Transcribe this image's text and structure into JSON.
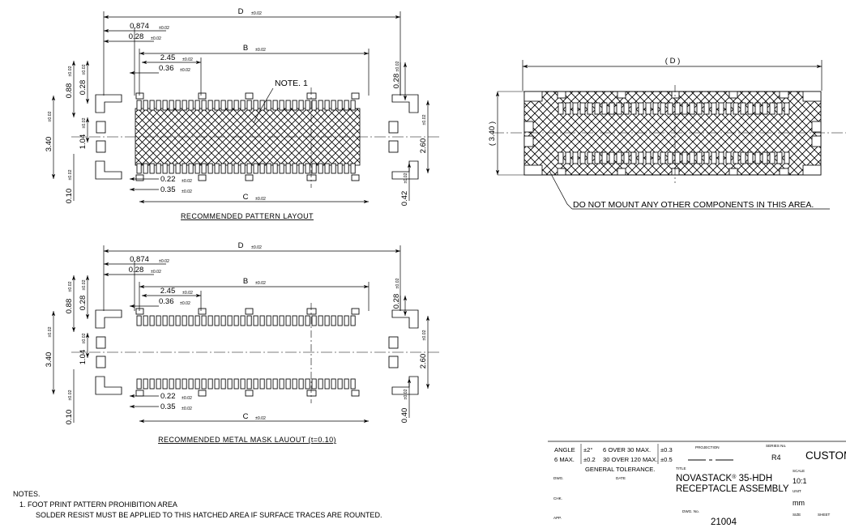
{
  "drawing": {
    "views": [
      {
        "id": "recommended-pattern-layout",
        "title": "RECOMMENDED PATTERN LAYOUT",
        "note_label": "NOTE. 1",
        "dimensions": {
          "overall_D": "D",
          "overall_D_tol": "±0.02",
          "B": "B",
          "B_tol": "±0.02",
          "C": "C",
          "C_tol": "±0.02",
          "d0874": "0.874",
          "d0874_tol": "±0.02",
          "d028_top": "0.28",
          "d028_top_tol": "±0.02",
          "d245": "2.45",
          "d245_tol": "±0.02",
          "d036": "0.36",
          "d036_tol": "±0.02",
          "d028_right": "0.28",
          "d028_right_tol": "±0.02",
          "d088": "0.88",
          "d088_tol": "±0.02",
          "d028_left": "0.28",
          "d028_left_tol": "±0.02",
          "d340": "3.40",
          "d340_tol": "±0.02",
          "d104": "1.04",
          "d104_tol": "±0.02",
          "d010": "0.10",
          "d010_tol": "±0.02",
          "d260": "2.60",
          "d260_tol": "±0.02",
          "d042": "0.42",
          "d042_tol": "±0.02",
          "d022": "0.22",
          "d022_tol": "±0.02",
          "d035": "0.35",
          "d035_tol": "±0.02"
        }
      },
      {
        "id": "recommended-metal-mask-layout",
        "title": "RECOMMENDED METAL MASK LAUOUT (t=0.10)",
        "dimensions": {
          "overall_D": "D",
          "overall_D_tol": "±0.02",
          "B": "B",
          "B_tol": "±0.02",
          "C": "C",
          "C_tol": "±0.02",
          "d0874": "0.874",
          "d0874_tol": "±0.02",
          "d028_top": "0.28",
          "d028_top_tol": "±0.02",
          "d245": "2.45",
          "d245_tol": "±0.02",
          "d036": "0.36",
          "d036_tol": "±0.02",
          "d028_right": "0.28",
          "d028_right_tol": "±0.02",
          "d088": "0.88",
          "d088_tol": "±0.02",
          "d028_left": "0.28",
          "d028_left_tol": "±0.02",
          "d340": "3.40",
          "d340_tol": "±0.02",
          "d104": "1.04",
          "d104_tol": "±0.02",
          "d010": "0.10",
          "d010_tol": "±0.02",
          "d260": "2.60",
          "d260_tol": "±0.02",
          "d040": "0.40",
          "d040_tol": "±0.02",
          "d022": "0.22",
          "d022_tol": "±0.02",
          "d035": "0.35",
          "d035_tol": "±0.02"
        }
      },
      {
        "id": "prohibition-area-view",
        "callout": "DO NOT MOUNT ANY OTHER COMPONENTS IN THIS AREA.",
        "dimensions": {
          "overall_D": "( D )",
          "height_340": "( 3.40 )"
        }
      }
    ],
    "notes": {
      "heading": "NOTES.",
      "items": [
        "1. FOOT PRINT PATTERN PROHIBITION AREA",
        "SOLDER RESIST MUST BE APPLIED TO THIS HATCHED AREA IF SURFACE TRACES ARE ROUNTED."
      ]
    },
    "title_block": {
      "tolerance": {
        "angle_label": "ANGLE",
        "angle_value": "±2°",
        "range1": "6 OVER 30 MAX.",
        "range1_tol": "±0.3",
        "max_label": "6 MAX.",
        "max_tol": "±0.2",
        "range2": "30 OVER 120 MAX.",
        "range2_tol": "±0.5",
        "caption": "GENERAL TOLERANCE."
      },
      "signoff": {
        "dwg_label": "DWG.",
        "date_label": "DATE",
        "chk_label": "CHK.",
        "app_label": "APP."
      },
      "projection_label": "PROJECTION",
      "title_label": "TITLE",
      "title_line1": "NOVASTACK",
      "title_reg": "®",
      "title_line1b": " 35-HDH",
      "title_line2": "RECEPTACLE ASSEMBLY",
      "dwg_no_label": "DWG. No.",
      "dwg_no": "21004",
      "series_label": "SERIES No.",
      "series_value": "R4",
      "customer_label": "CUSTOME",
      "scale_label": "SCALE",
      "scale_value": "10:1",
      "unit_label": "UNIT",
      "unit_value": "mm",
      "size_label": "SIZE",
      "sheet_label": "SHEET"
    }
  }
}
